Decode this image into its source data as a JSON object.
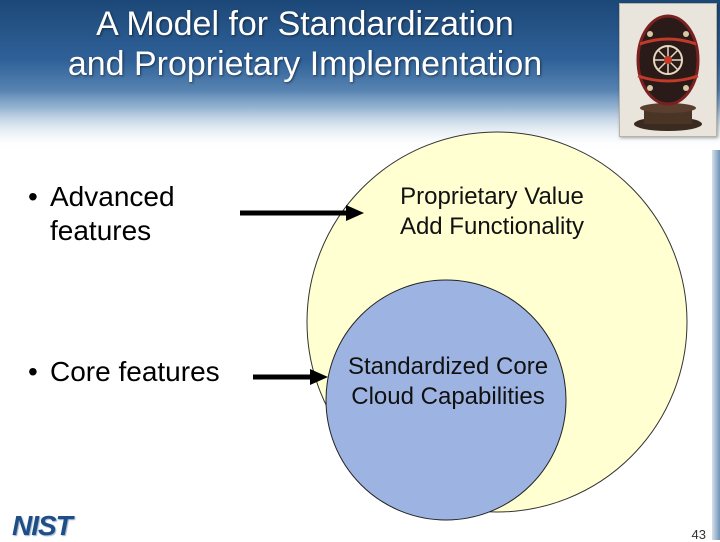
{
  "slide": {
    "title_line1": "A Model for Standardization",
    "title_line2": "and Proprietary Implementation",
    "bullets": [
      {
        "marker": "•",
        "text": "Advanced features"
      },
      {
        "marker": "•",
        "text": "Core features"
      }
    ],
    "outer_circle": {
      "line1": "Proprietary Value",
      "line2": "Add Functionality"
    },
    "inner_circle": {
      "line1": "Standardized Core",
      "line2": "Cloud Capabilities"
    },
    "logo_text": "NIST",
    "slide_number": "43"
  },
  "colors": {
    "header_dark": "#1c4878",
    "outer_circle_fill": "#ffffd2",
    "inner_circle_fill": "#9db4e2",
    "arrow": "#000000"
  },
  "photo_icon": "decorated-egg-icon"
}
